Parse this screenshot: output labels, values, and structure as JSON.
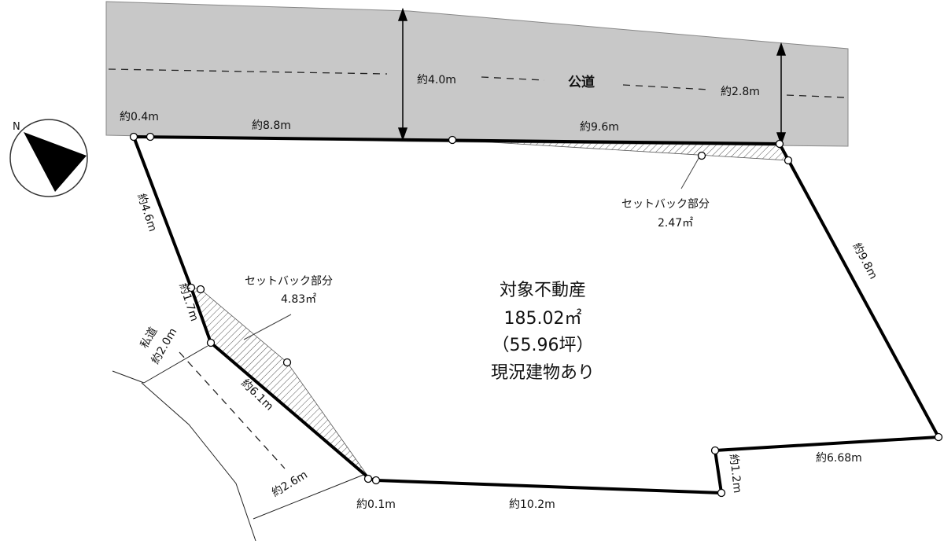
{
  "road": {
    "name": "公道",
    "width_left": "約4.0m",
    "width_right": "約2.8m"
  },
  "frontage": {
    "seg_a": "約0.4m",
    "seg_b": "約8.8m",
    "seg_c": "約9.6m"
  },
  "sides": {
    "left_upper": "約4.6m",
    "left_mid": "約1.7m",
    "left_lower": "約6.1m",
    "bottom_small": "約0.1m",
    "bottom": "約10.2m",
    "step": "約1.2m",
    "bottom_right": "約6.68m",
    "right": "約9.8m"
  },
  "private_road": {
    "name": "私道",
    "width": "約2.0m",
    "length": "約2.6m"
  },
  "setback_right": {
    "label": "セットバック部分",
    "area": "2.47㎡"
  },
  "setback_left": {
    "label": "セットバック部分",
    "area": "4.83㎡"
  },
  "property": {
    "title": "対象不動産",
    "area": "185.02㎡",
    "tsubo": "（55.96坪）",
    "note": "現況建物あり"
  },
  "compass": {
    "north": "N"
  },
  "colors": {
    "road_fill": "#c8c8c8",
    "line": "#000000",
    "hatch": "#555555"
  }
}
